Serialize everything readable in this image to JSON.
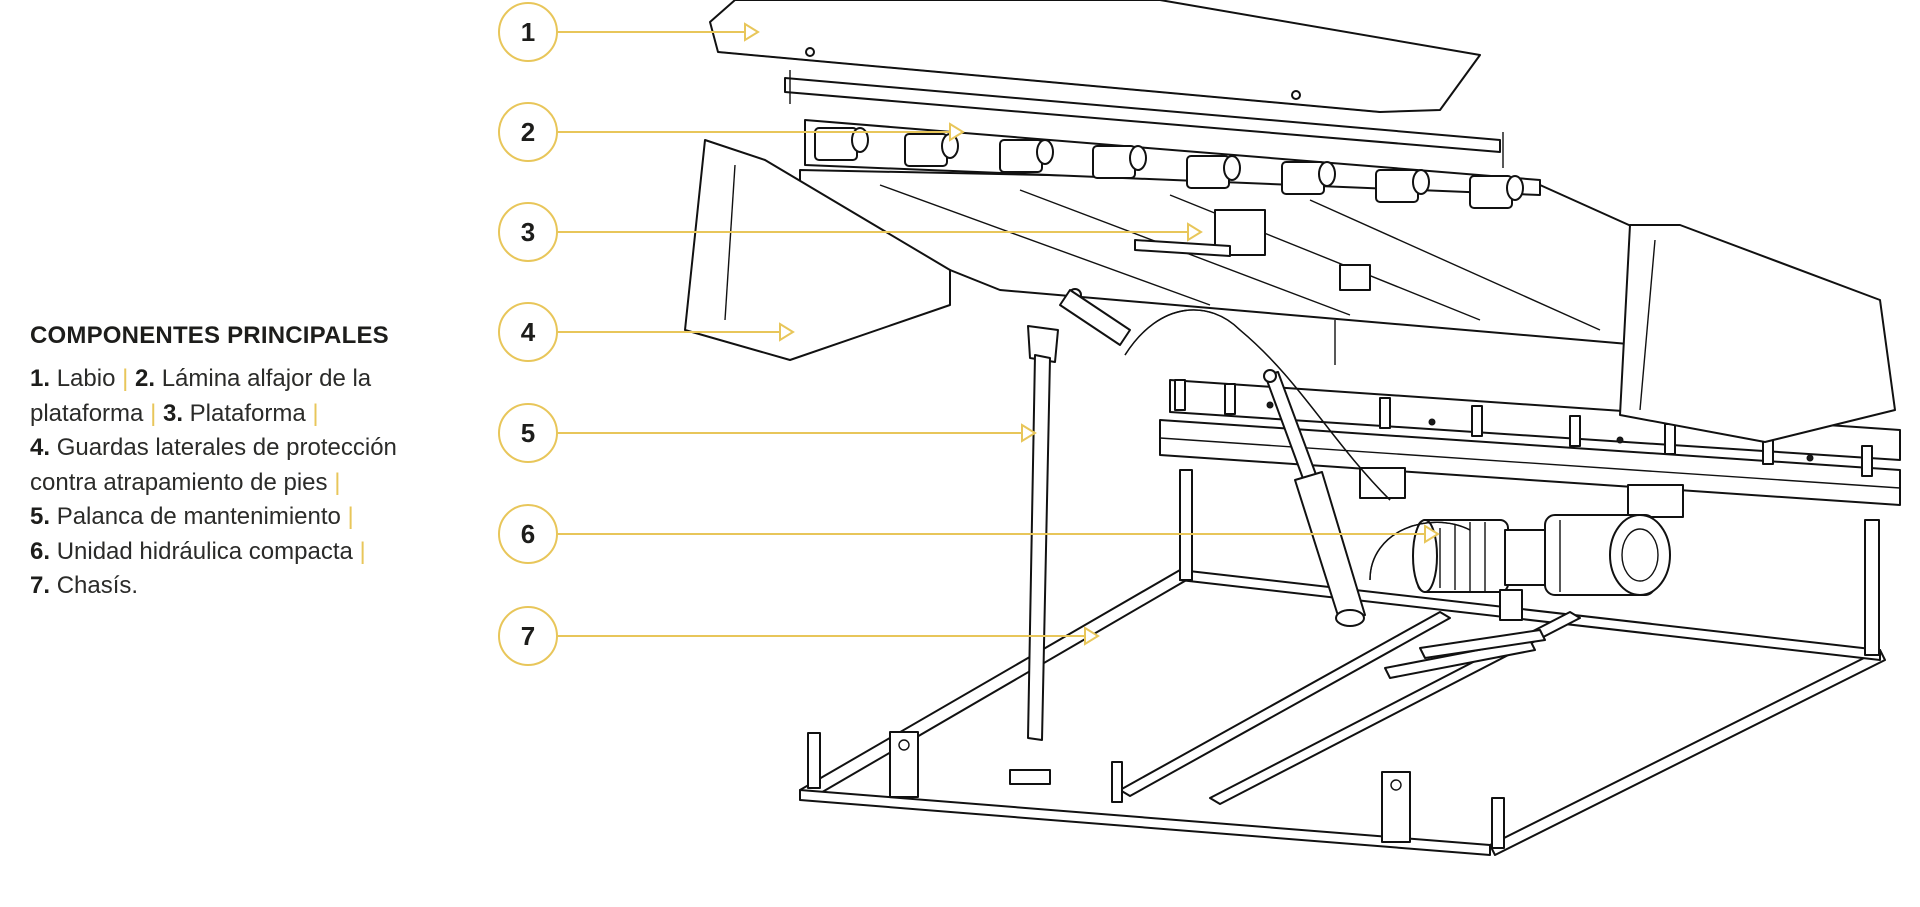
{
  "legend": {
    "title": "COMPONENTES PRINCIPALES",
    "separator": "|",
    "items": [
      {
        "number": "1.",
        "label": "Labio"
      },
      {
        "number": "2.",
        "label": "Lámina alfajor de la plataforma"
      },
      {
        "number": "3.",
        "label": "Plataforma"
      },
      {
        "number": "4.",
        "label": "Guardas laterales de protección contra atrapamiento de pies"
      },
      {
        "number": "5.",
        "label": "Palanca de mantenimiento"
      },
      {
        "number": "6.",
        "label": "Unidad hidráulica compacta"
      },
      {
        "number": "7.",
        "label": "Chasís."
      }
    ]
  },
  "callouts": [
    "1",
    "2",
    "3",
    "4",
    "5",
    "6",
    "7"
  ],
  "colors": {
    "accent": "#e8c65a",
    "ink": "#1d1d1b",
    "background": "#ffffff"
  }
}
